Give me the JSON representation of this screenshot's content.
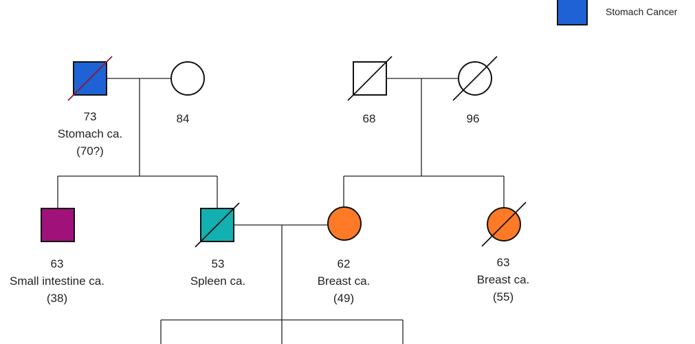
{
  "legend": {
    "items": [
      {
        "label": "Stomach Cancer",
        "color": "#1f62d6"
      }
    ]
  },
  "individuals": {
    "gf_paternal": {
      "sex": "male",
      "deceased": true,
      "fill": "#1f62d6",
      "slash_color": "#8b1a2b",
      "lines": [
        "73",
        "Stomach ca.",
        "(70?)"
      ]
    },
    "gm_paternal": {
      "sex": "female",
      "deceased": false,
      "fill": "#ffffff",
      "lines": [
        "84"
      ]
    },
    "gf_maternal": {
      "sex": "male",
      "deceased": true,
      "fill": "#ffffff",
      "slash_color": "#111111",
      "lines": [
        "68"
      ]
    },
    "gm_maternal": {
      "sex": "female",
      "deceased": true,
      "fill": "#ffffff",
      "slash_color": "#111111",
      "lines": [
        "96"
      ]
    },
    "uncle": {
      "sex": "male",
      "deceased": false,
      "fill": "#a0117a",
      "lines": [
        "63",
        "Small intestine ca.",
        "(38)"
      ]
    },
    "father": {
      "sex": "male",
      "deceased": true,
      "fill": "#12b0b0",
      "slash_color": "#111111",
      "lines": [
        "53",
        "Spleen ca."
      ]
    },
    "mother": {
      "sex": "female",
      "deceased": false,
      "fill": "#ff7a26",
      "lines": [
        "62",
        "Breast ca.",
        "(49)"
      ]
    },
    "aunt": {
      "sex": "female",
      "deceased": true,
      "fill": "#ff7a26",
      "slash_color": "#111111",
      "lines": [
        "63",
        "Breast ca.",
        "(55)"
      ]
    }
  }
}
